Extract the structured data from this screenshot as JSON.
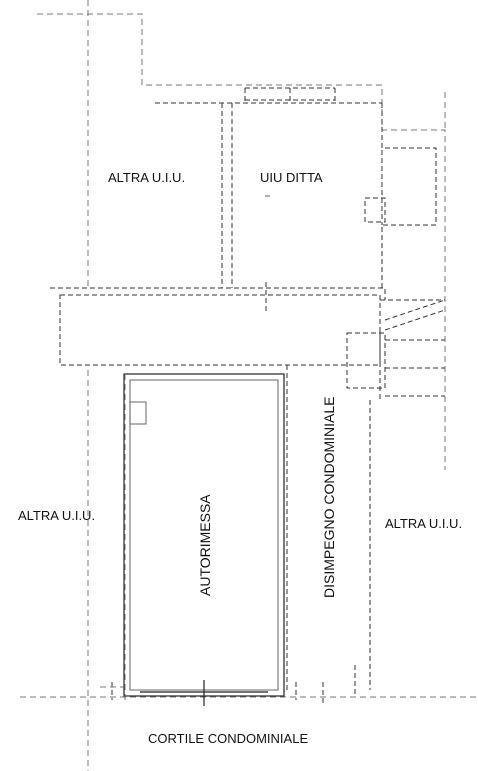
{
  "labels": {
    "altra_uiu_top": "ALTRA U.I.U.",
    "uiu_ditta": "UIU DITTA",
    "autorimessa": "AUTORIMESSA",
    "disimpegno": "DISIMPEGNO CONDOMINIALE",
    "altra_uiu_left": "ALTRA U.I.U.",
    "altra_uiu_right": "ALTRA U.I.U.",
    "cortile": "CORTILE CONDOMINIALE"
  }
}
